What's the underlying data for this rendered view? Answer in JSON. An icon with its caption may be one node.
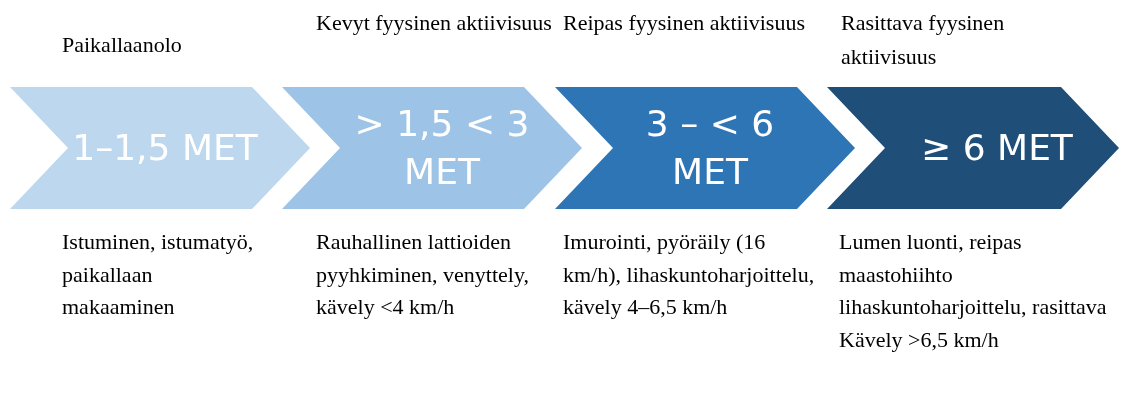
{
  "diagram": {
    "nodes": [
      {
        "text": [
          "Paikallaanolo",
          "1–1,5 MET"
        ],
        "beside": [
          "Istuminen, istumatyö, paikallaan makaaminen"
        ]
      },
      {
        "text": [
          "Kevyt fyysinen aktiivisuus",
          "> 1,5 < 3 MET"
        ],
        "beside": [
          "Rauhallinen lattioiden pyyhkiminen, venyttely, kävely <4 km/h"
        ]
      },
      {
        "text": [
          "Reipas fyysinen aktiivisuus",
          "3 – < 6 MET"
        ],
        "beside": [
          "Imurointi, pyöräily (16 km/h), lihaskuntoharjoittelu, kävely 4–6,5 km/h"
        ]
      },
      {
        "text": [
          "Rasittava fyysinen aktiivisuus",
          "≥ 6 MET"
        ],
        "beside": [
          "Lumen luonti, reipas maastohiihto lihaskuntoharjoittelu, rasittava Kävely >6,5 km/h"
        ]
      }
    ]
  }
}
